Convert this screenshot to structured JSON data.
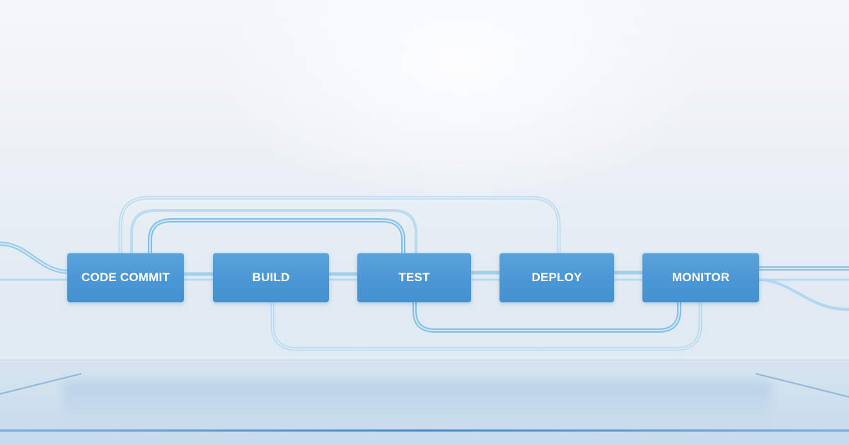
{
  "pipeline": {
    "stages": [
      {
        "label": "CODE COMMIT"
      },
      {
        "label": "BUILD"
      },
      {
        "label": "TEST"
      },
      {
        "label": "DEPLOY"
      },
      {
        "label": "MONITOR"
      }
    ]
  },
  "colors": {
    "stage_fill": "#4b97d5",
    "stage_text": "#ffffff",
    "pipe": "#7fbde6",
    "background": "#ecf1f6"
  }
}
